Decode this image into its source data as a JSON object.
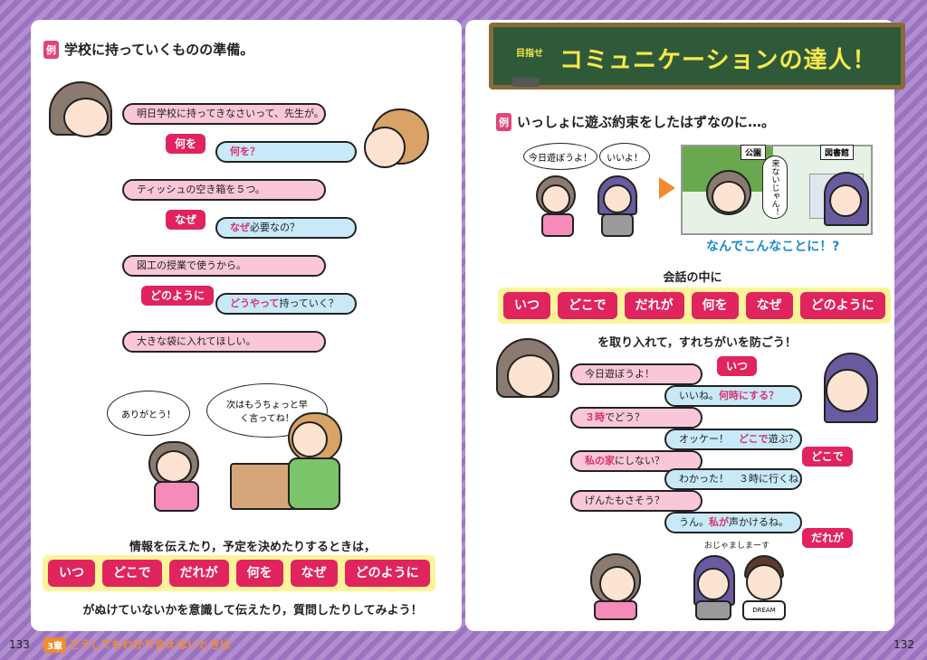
{
  "left_page": {
    "heading_badge": "例",
    "heading": "学校に持っていくものの準備。",
    "dialogue": [
      {
        "type": "bubble",
        "color": "pink",
        "text": "明日学校に持ってきなさいって、先生が。"
      },
      {
        "type": "tag",
        "text": "何を"
      },
      {
        "type": "bubble",
        "color": "blue",
        "hl": "何を？",
        "text": ""
      },
      {
        "type": "bubble",
        "color": "pink",
        "text": "ティッシュの空き箱を５つ。"
      },
      {
        "type": "tag",
        "text": "なぜ"
      },
      {
        "type": "bubble",
        "color": "blue",
        "hl": "なぜ",
        "text": "必要なの？"
      },
      {
        "type": "bubble",
        "color": "pink",
        "text": "図工の授業で使うから。"
      },
      {
        "type": "tag",
        "text": "どのように"
      },
      {
        "type": "bubble",
        "color": "blue",
        "hl": "どうやって",
        "text": "持っていく？"
      },
      {
        "type": "bubble",
        "color": "pink",
        "text": "大きな袋に入れてほしい。"
      }
    ],
    "speech_thanks": "ありがとう！",
    "speech_hint": "次はもうちょっと早く言ってね！",
    "summary_top": "情報を伝えたり，予定を決めたりするときは，",
    "summary_bottom": "がぬけていないかを意識して伝えたり，質問したりしてみよう！",
    "pills": [
      "いつ",
      "どこで",
      "だれが",
      "何を",
      "なぜ",
      "どのように"
    ]
  },
  "right_page": {
    "title_small": "目指せ",
    "title": "コミュニケーションの達人！",
    "heading_badge": "例",
    "heading": "いっしょに遊ぶ約束をしたはずなのに…。",
    "scene_speech_1": "今日遊ぼうよ！",
    "scene_speech_2": "いいよ！",
    "sign_park": "公園",
    "sign_library": "図書館",
    "scene_speech_3": "来ないじゃん！",
    "why": "なんでこんなことに！?",
    "conv_top": "会話の中に",
    "conv_bottom": "を取り入れて，すれちがいを防ごう！",
    "pills": [
      "いつ",
      "どこで",
      "だれが",
      "何を",
      "なぜ",
      "どのように"
    ],
    "dialogue": {
      "b1": "今日遊ぼうよ！",
      "t1": "いつ",
      "b2_pre": "いいね。",
      "b2_hl": "何時にする？",
      "b3_hl": "３時",
      "b3": "でどう？",
      "b4_pre": "オッケー！　",
      "b4_hl": "どこで",
      "b4": "遊ぶ？",
      "t2": "どこで",
      "b5_hl": "私の家",
      "b5": "にしない？",
      "b6": "わかった！　３時に行くね！",
      "b7": "げんたもさそう？",
      "b8_pre": "うん。",
      "b8_hl": "私が",
      "b8": "声かけるね。",
      "t3": "だれが",
      "greet": "おじゃましまーす"
    },
    "shirt": "DREAM"
  },
  "footer": {
    "left_page_number": "133",
    "chapter": "3章",
    "chapter_title": "どうしてもわかり合えないときは",
    "right_page_number": "132"
  },
  "colors": {
    "accent_pink": "#e0245e",
    "pill_bg": "#fbf49a",
    "chalkboard": "#2f5a3a",
    "chalk_text": "#f7e94a"
  }
}
